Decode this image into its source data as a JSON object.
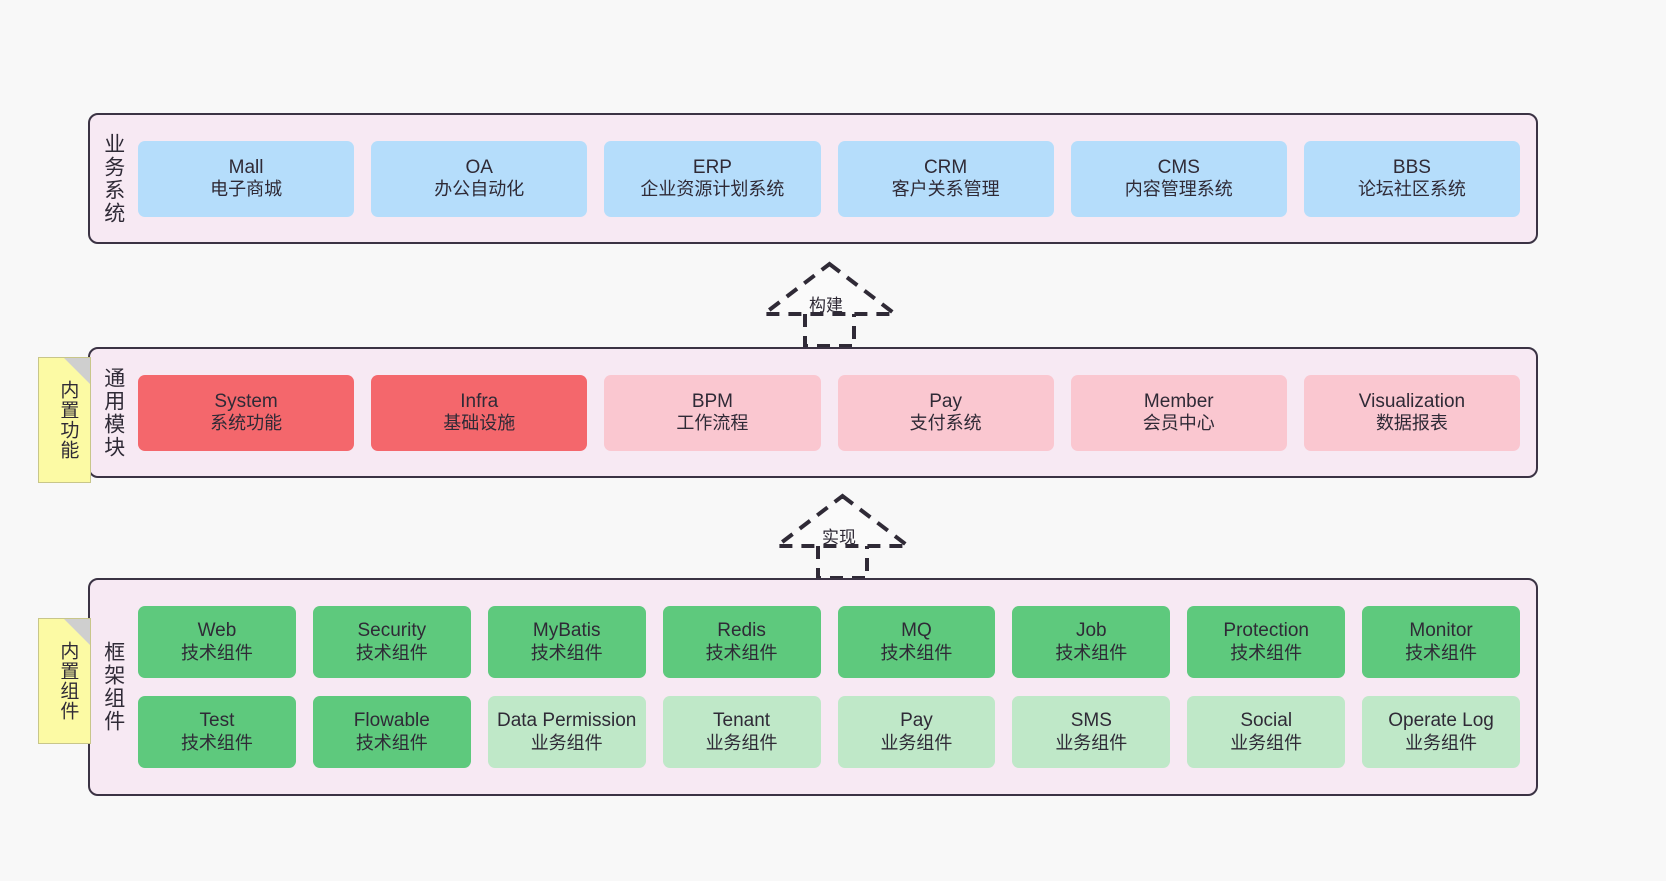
{
  "diagram": {
    "background": "#f8f8f8",
    "layer_fill": "#f7e9f3",
    "layer_border": "#3b3344",
    "accent_blue": "#b5ddfb",
    "accent_red": "#f4676c",
    "accent_pink": "#fac7d0",
    "accent_green": "#5ec97d",
    "accent_green_soft": "#bfe8c8",
    "sticky_yellow": "#fcfaa4"
  },
  "layers": {
    "business": {
      "title": "业务系统",
      "nodes": [
        {
          "name": "Mall",
          "sub": "电子商城"
        },
        {
          "name": "OA",
          "sub": "办公自动化"
        },
        {
          "name": "ERP",
          "sub": "企业资源计划系统"
        },
        {
          "name": "CRM",
          "sub": "客户关系管理"
        },
        {
          "name": "CMS",
          "sub": "内容管理系统"
        },
        {
          "name": "BBS",
          "sub": "论坛社区系统"
        }
      ]
    },
    "common": {
      "title": "通用模块",
      "sticky": "内置功能",
      "nodes": [
        {
          "name": "System",
          "sub": "系统功能",
          "style": "red-strong"
        },
        {
          "name": "Infra",
          "sub": "基础设施",
          "style": "red-strong"
        },
        {
          "name": "BPM",
          "sub": "工作流程",
          "style": "pink-soft"
        },
        {
          "name": "Pay",
          "sub": "支付系统",
          "style": "pink-soft"
        },
        {
          "name": "Member",
          "sub": "会员中心",
          "style": "pink-soft"
        },
        {
          "name": "Visualization",
          "sub": "数据报表",
          "style": "pink-soft"
        }
      ]
    },
    "framework": {
      "title": "框架组件",
      "sticky": "内置组件",
      "row1": [
        {
          "name": "Web",
          "sub": "技术组件",
          "style": "green-strong"
        },
        {
          "name": "Security",
          "sub": "技术组件",
          "style": "green-strong"
        },
        {
          "name": "MyBatis",
          "sub": "技术组件",
          "style": "green-strong"
        },
        {
          "name": "Redis",
          "sub": "技术组件",
          "style": "green-strong"
        },
        {
          "name": "MQ",
          "sub": "技术组件",
          "style": "green-strong"
        },
        {
          "name": "Job",
          "sub": "技术组件",
          "style": "green-strong"
        },
        {
          "name": "Protection",
          "sub": "技术组件",
          "style": "green-strong"
        },
        {
          "name": "Monitor",
          "sub": "技术组件",
          "style": "green-strong"
        }
      ],
      "row2": [
        {
          "name": "Test",
          "sub": "技术组件",
          "style": "green-strong"
        },
        {
          "name": "Flowable",
          "sub": "技术组件",
          "style": "green-strong"
        },
        {
          "name": "Data Permission",
          "sub": "业务组件",
          "style": "green-soft"
        },
        {
          "name": "Tenant",
          "sub": "业务组件",
          "style": "green-soft"
        },
        {
          "name": "Pay",
          "sub": "业务组件",
          "style": "green-soft"
        },
        {
          "name": "SMS",
          "sub": "业务组件",
          "style": "green-soft"
        },
        {
          "name": "Social",
          "sub": "业务组件",
          "style": "green-soft"
        },
        {
          "name": "Operate Log",
          "sub": "业务组件",
          "style": "green-soft"
        }
      ]
    }
  },
  "connectors": [
    {
      "label": "构建"
    },
    {
      "label": "实现"
    }
  ]
}
